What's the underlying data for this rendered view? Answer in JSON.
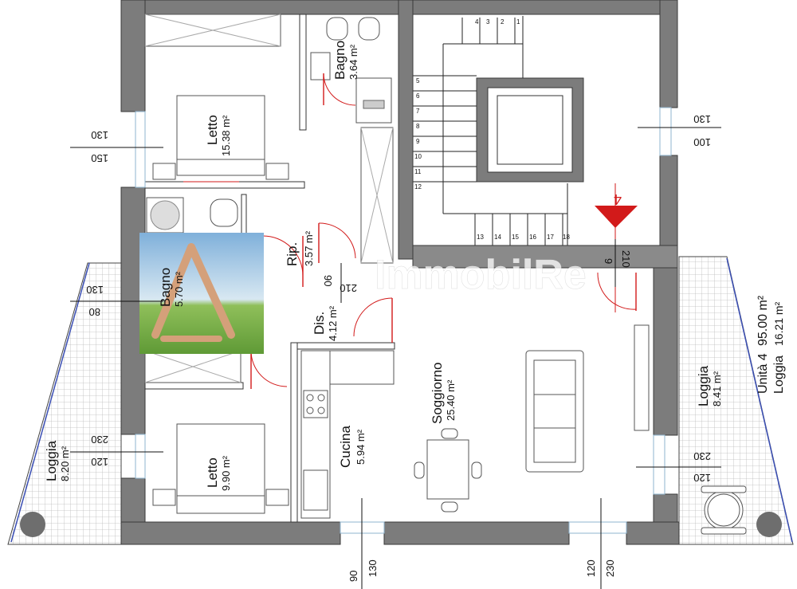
{
  "rooms": {
    "bagno_top": {
      "name": "Bagno",
      "area": "3.64 m²"
    },
    "letto_top": {
      "name": "Letto",
      "area": "15.38 m²"
    },
    "rip": {
      "name": "Rip.",
      "area": "3.57 m²"
    },
    "bagno_left": {
      "name": "Bagno",
      "area": "5.70 m²"
    },
    "dis": {
      "name": "Dis.",
      "area": "4.12 m²"
    },
    "cucina": {
      "name": "Cucina",
      "area": "5.94 m²"
    },
    "soggiorno": {
      "name": "Soggiorno",
      "area": "25.40 m²"
    },
    "letto_bottom": {
      "name": "Letto",
      "area": "9.90 m²"
    },
    "loggia_left": {
      "name": "Loggia",
      "area": "8.20 m²"
    },
    "loggia_right": {
      "name": "Loggia",
      "area": "8.41 m²"
    }
  },
  "unit": {
    "title": "Unità 4",
    "area": "95.00 m²",
    "loggia_label": "Loggia",
    "loggia_area": "16.21 m²"
  },
  "dimensions": {
    "d_130_a": "130",
    "d_150_a": "150",
    "d_130_b": "130",
    "d_80": "80",
    "d_230_a": "230",
    "d_120_a": "120",
    "d_130_c": "130",
    "d_100": "100",
    "d_230_b": "230",
    "d_120_b": "120",
    "d_90": "90",
    "d_130_d": "130",
    "d_120_c": "120",
    "d_230_c": "230",
    "d_90_b": "90",
    "d_210_b": "210",
    "d_9": "9",
    "d_210": "210"
  },
  "stairs": {
    "marker": "4",
    "steps_top": [
      "4",
      "3",
      "2",
      "1"
    ],
    "steps_left": [
      "5",
      "6",
      "7",
      "8",
      "9",
      "10",
      "11",
      "12"
    ],
    "steps_bottom": [
      "13",
      "14",
      "15",
      "16",
      "17",
      "18"
    ]
  },
  "watermark": "ImmobilRe",
  "colors": {
    "wall": "#7c7c7c",
    "door": "#d21a1a",
    "window": "#8fb6cf",
    "tile": "#c8c8c8"
  }
}
